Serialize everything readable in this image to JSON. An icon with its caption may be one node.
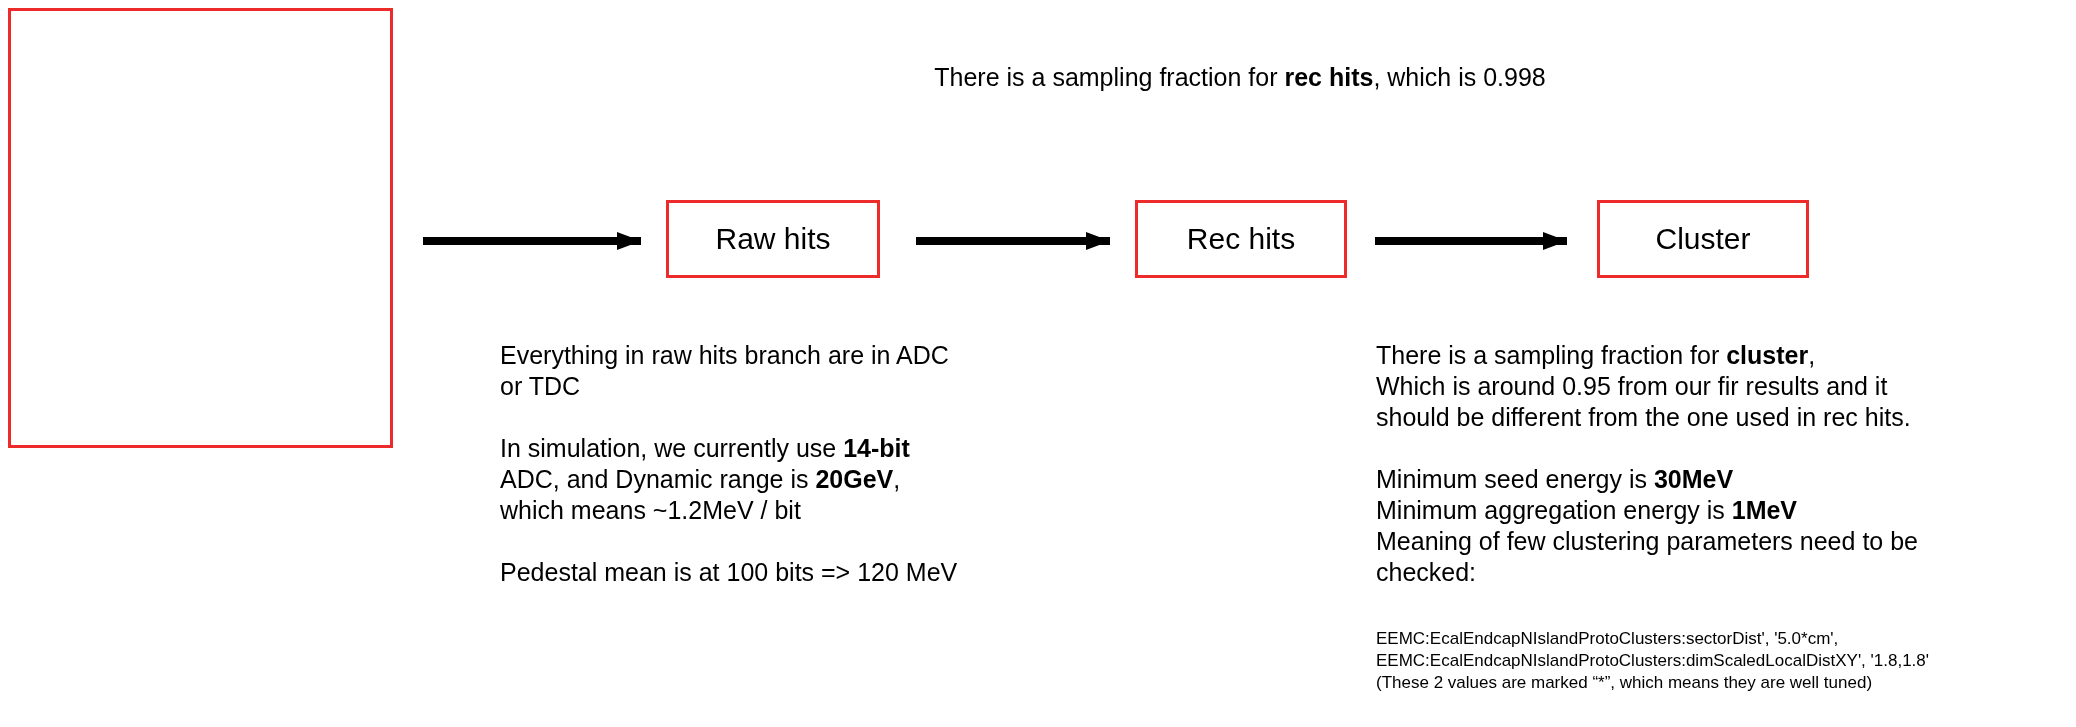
{
  "diagram": {
    "nodes": [
      {
        "text": [],
        "shape": "box"
      },
      {
        "text": [
          "Raw hits"
        ]
      },
      {
        "text": [
          "Rec hits"
        ]
      },
      {
        "text": [
          "Cluster"
        ]
      }
    ],
    "edges": [
      {
        "from": 0,
        "to": 1,
        "arrow": "to"
      },
      {
        "from": 1,
        "to": 2,
        "arrow": "to"
      },
      {
        "from": 2,
        "to": 3,
        "arrow": "to"
      }
    ],
    "labels": [
      "There is a sampling fraction for **rec hits**, which is 0.998",
      "Everything in raw hits branch are in ADC or TDC",
      "In simulation, we currently use **14-bit** ADC, and Dynamic range is **20GeV**, which means ~1.2MeV / bit",
      "Pedestal mean is at 100 bits => 120 MeV",
      "There is a sampling fraction for **cluster**,",
      "Which is around 0.95 from our fir results and it should be different from the one used in rec hits.",
      "Minimum seed energy is **30MeV**",
      "Minimum aggregation energy is **1MeV**",
      "Meaning of few clustering parameters need to be checked:",
      "EEMC:EcalEndcapNIslandProtoClusters:sectorDist', '5.0*cm',",
      "EEMC:EcalEndcapNIslandProtoClusters:dimScaledLocalDistXY', '1.8,1.8'",
      "(These 2 values are marked “*”, which means they are well tuned)"
    ]
  }
}
